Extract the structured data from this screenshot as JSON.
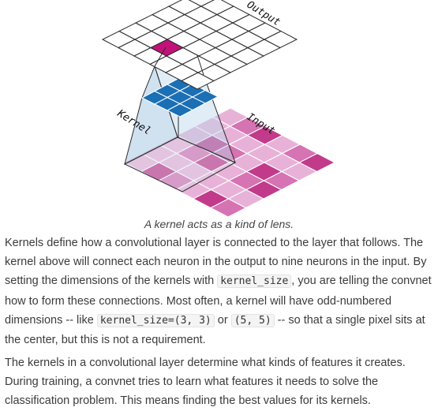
{
  "figure": {
    "label_output": "Output",
    "label_kernel": "Kernel",
    "label_input": "Input",
    "colors": {
      "output_active": "#c2127a",
      "kernel_cell": "#1b6fb5",
      "kernel_frame": "#a9c9e3",
      "input_dark": "#c23a8a",
      "input_mid": "#d673b2",
      "input_light": "#e8b2d8"
    }
  },
  "caption": "A kernel acts as a kind of lens.",
  "paragraph1": {
    "text_a": "Kernels define how a convolutional layer is connected to the layer that follows. The kernel above will connect each neuron in the output to nine neurons in the input. By setting the dimensions of the kernels with ",
    "code_a": "kernel_size",
    "text_b": ", you are telling the convnet how to form these connections. Most often, a kernel will have odd-numbered dimensions -- like ",
    "code_b": "kernel_size=(3, 3)",
    "text_c": " or ",
    "code_c": "(5, 5)",
    "text_d": " -- so that a single pixel sits at the center, but this is not a requirement."
  },
  "paragraph2": {
    "text": "The kernels in a convolutional layer determine what kinds of features it creates. During training, a convnet tries to learn what features it needs to solve the classification problem. This means finding the best values for its kernels."
  }
}
